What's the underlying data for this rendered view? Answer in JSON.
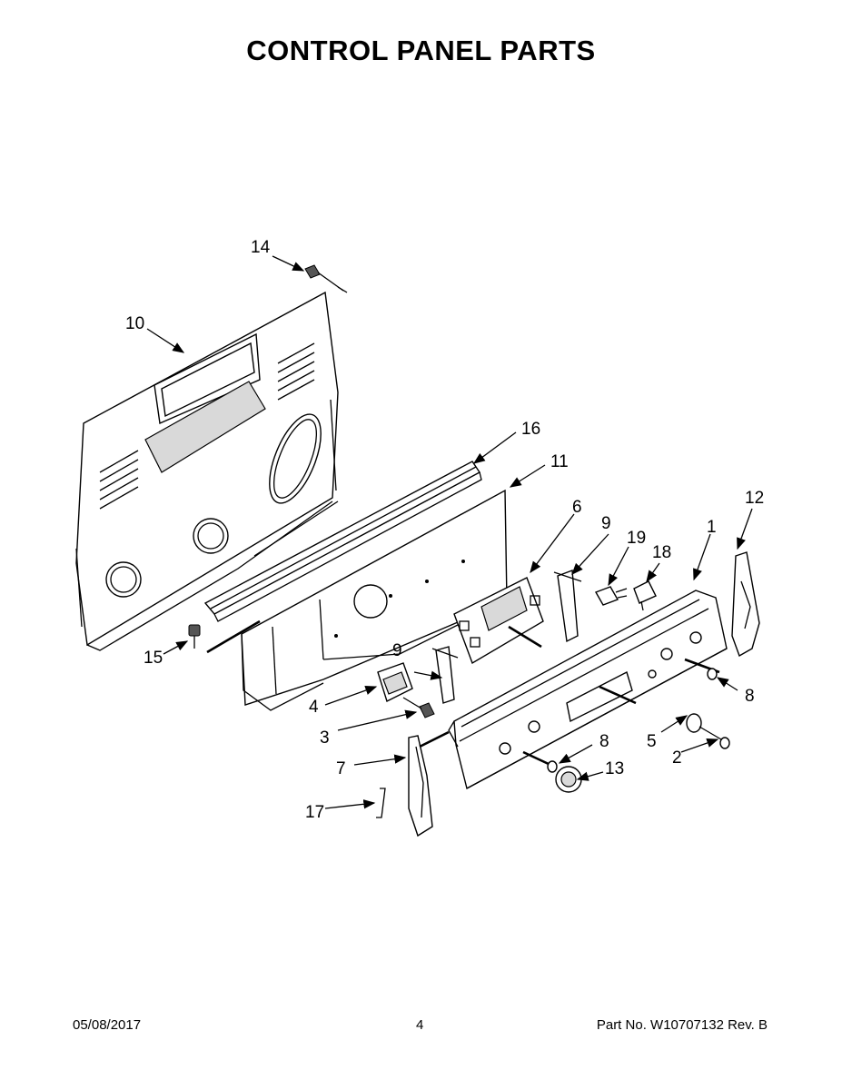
{
  "title": "CONTROL PANEL PARTS",
  "footer": {
    "date": "05/08/2017",
    "page": "4",
    "part_no": "Part No.  W10707132  Rev.  B"
  },
  "callouts": {
    "c1": "1",
    "c2": "2",
    "c3": "3",
    "c4": "4",
    "c5": "5",
    "c6": "6",
    "c7": "7",
    "c8a": "8",
    "c8b": "8",
    "c9a": "9",
    "c9b": "9",
    "c10": "10",
    "c11": "11",
    "c12": "12",
    "c13": "13",
    "c14": "14",
    "c15": "15",
    "c16": "16",
    "c17": "17",
    "c18": "18",
    "c19": "19"
  }
}
